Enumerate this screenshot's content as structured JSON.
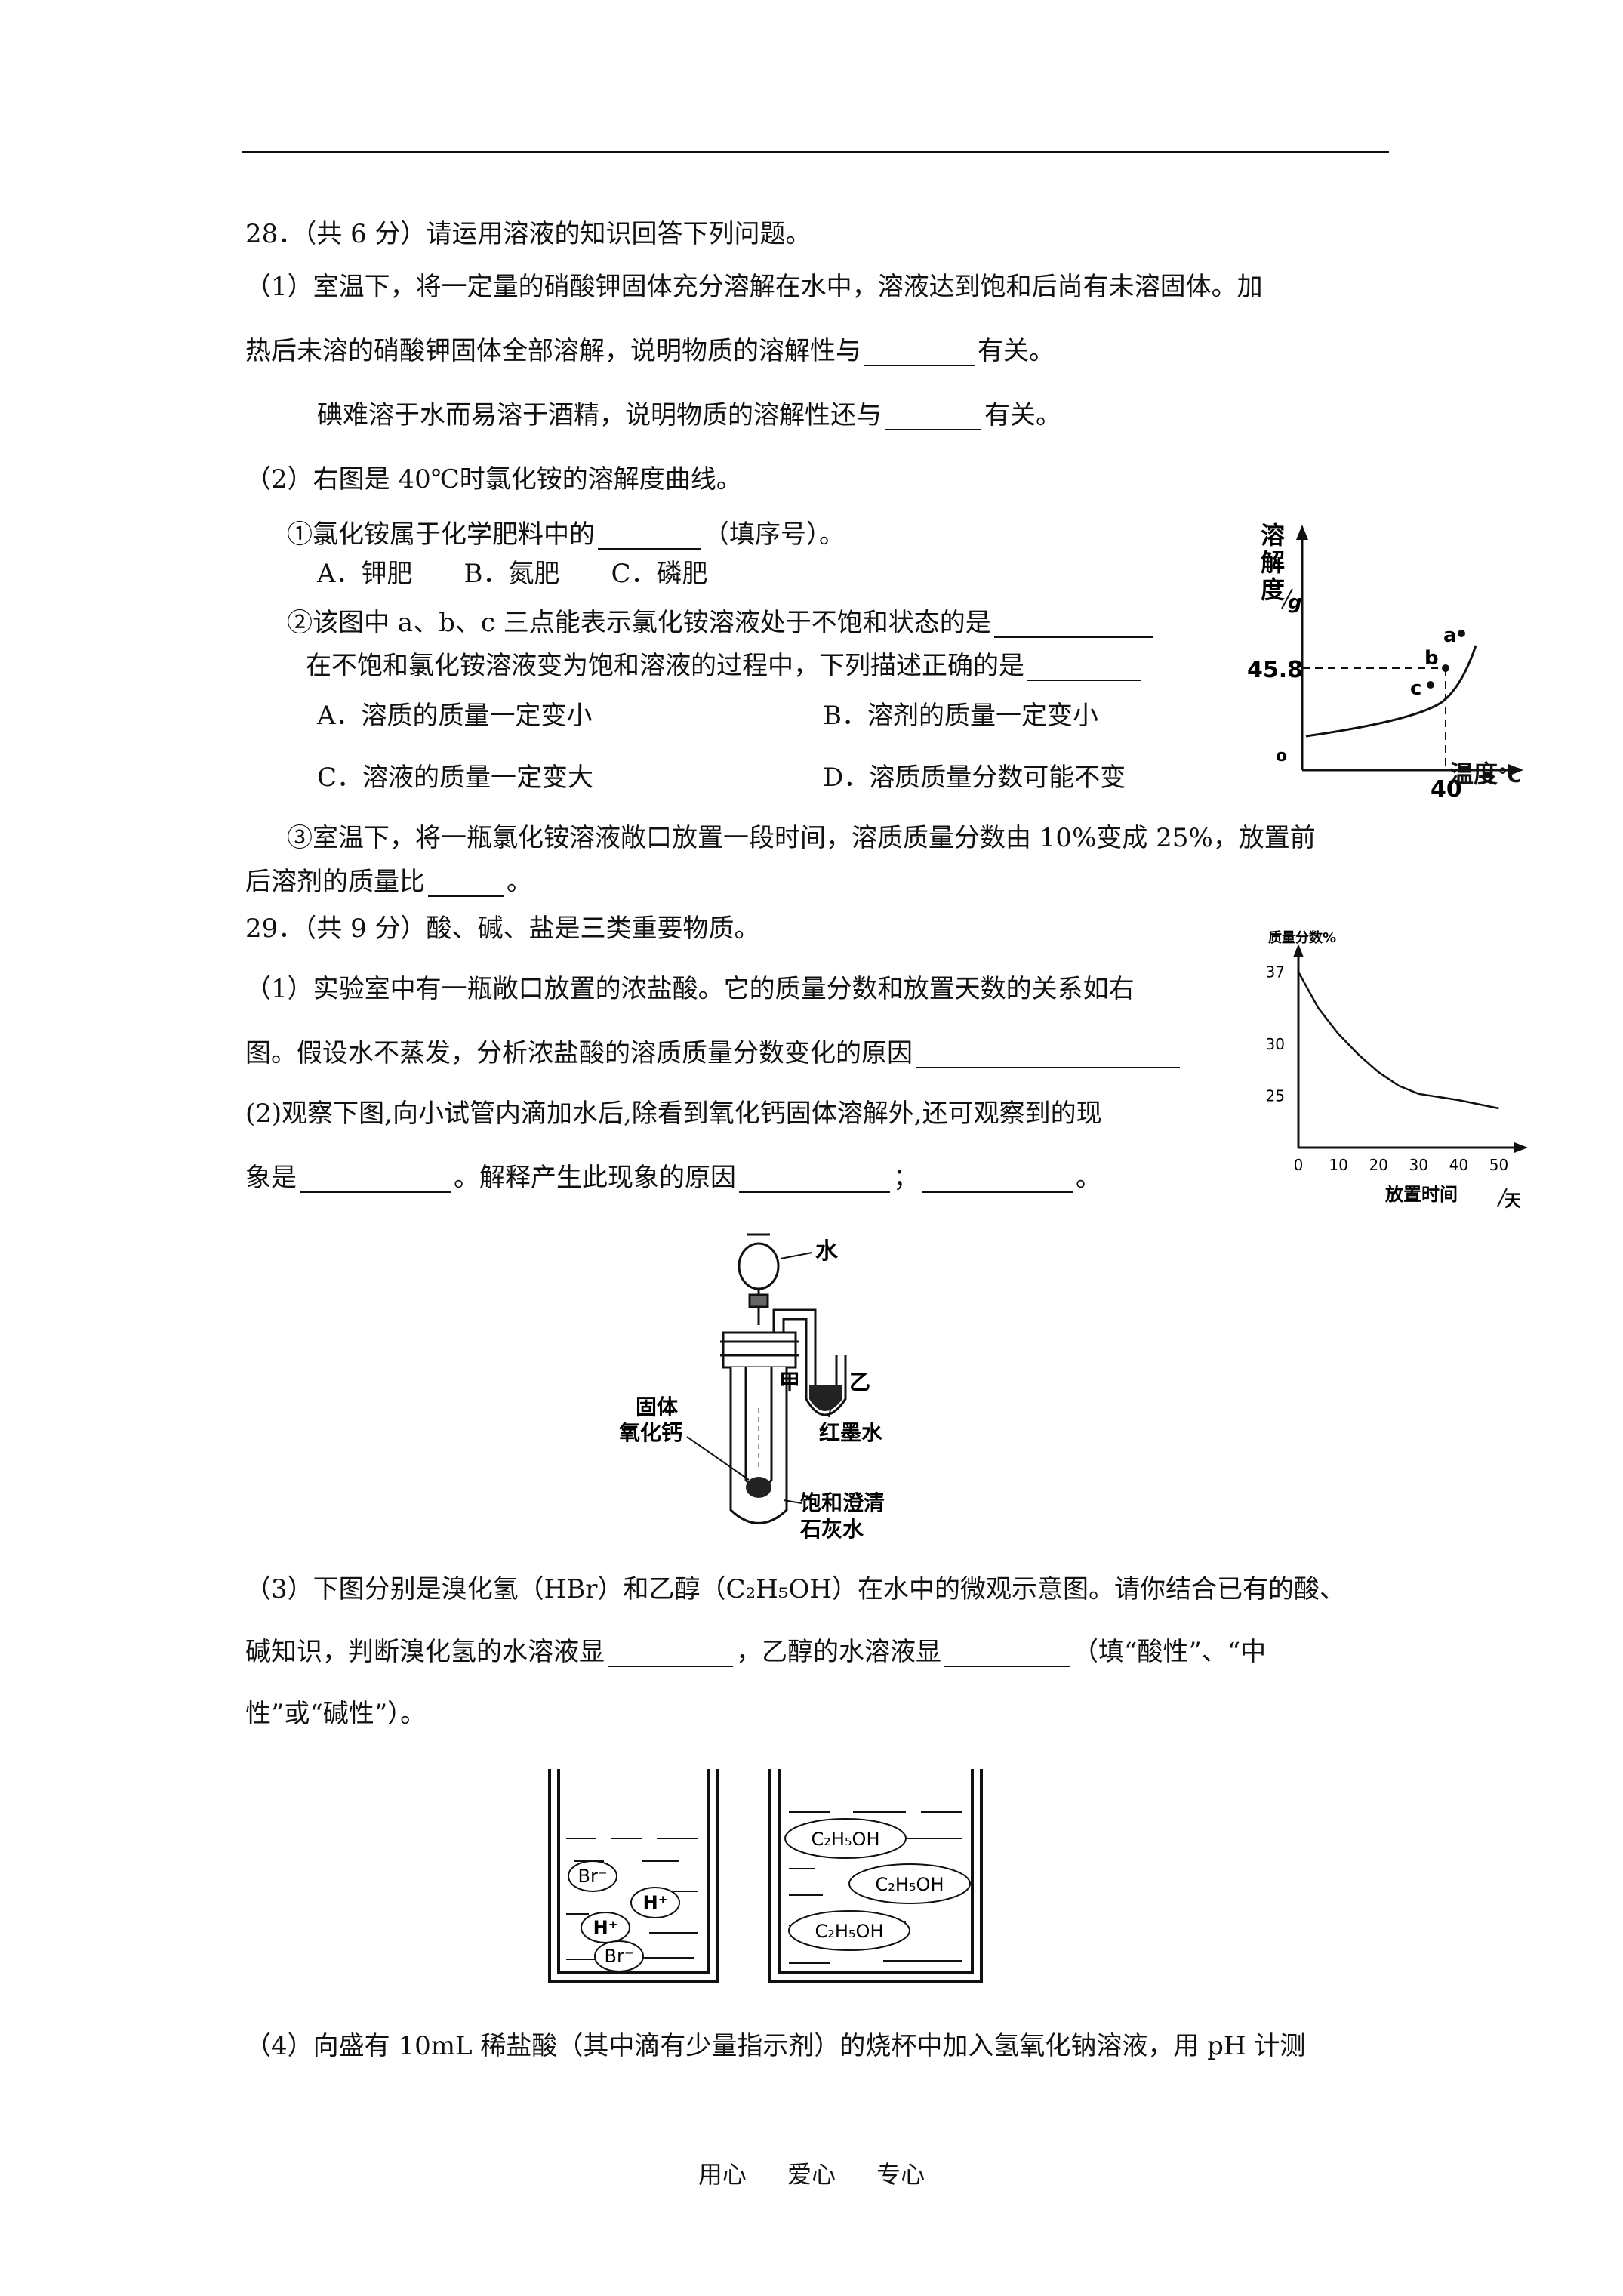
{
  "q28": {
    "title": "28．（共 6 分）请运用溶液的知识回答下列问题。",
    "p1_line1": "（1）室温下，将一定量的硝酸钾固体充分溶解在水中，溶液达到饱和后尚有未溶固体。加",
    "p1_line2a": "热后未溶的硝酸钾固体全部溶解，说明物质的溶解性与",
    "p1_line2b": "有关。",
    "p1_line3a": "碘难溶于水而易溶于酒精，说明物质的溶解性还与",
    "p1_line3b": "有关。",
    "p2_title": "（2）右图是 40℃时氯化铵的溶解度曲线。",
    "p2_q1a": "①氯化铵属于化学肥料中的",
    "p2_q1b": "（填序号）。",
    "p2_q1_options": "A．钾肥　　B．氮肥　　C．磷肥",
    "p2_q2a": "②该图中 a、b、c 三点能表示氯化铵溶液处于不饱和状态的是",
    "p2_q2b": "在不饱和氯化铵溶液变为饱和溶液的过程中，下列描述正确的是",
    "opt_a": "A．溶质的质量一定变小",
    "opt_b": "B．溶剂的质量一定变小",
    "opt_c": "C．溶液的质量一定变大",
    "opt_d": "D．溶质质量分数可能不变",
    "p2_q3_line1": "③室温下，将一瓶氯化铵溶液敞口放置一段时间，溶质质量分数由 10%变成 25%，放置前",
    "p2_q3_line2a": "后溶剂的质量比",
    "p2_q3_line2b": "。"
  },
  "q29": {
    "title": "29．（共 9 分）酸、碱、盐是三类重要物质。",
    "p1_line1": "（1）实验室中有一瓶敞口放置的浓盐酸。它的质量分数和放置天数的关系如右",
    "p1_line2": "图。假设水不蒸发，分析浓盐酸的溶质质量分数变化的原因",
    "p2_line1": "(2)观察下图,向小试管内滴加水后,除看到氧化钙固体溶解外,还可观察到的现",
    "p2_line2a": "象是",
    "p2_line2b": "。解释产生此现象的原因",
    "p2_line2c": "；",
    "p2_line2d": "。",
    "p3_line1": "（3）下图分别是溴化氢（HBr）和乙醇（C₂H₅OH）在水中的微观示意图。请你结合已有的酸、",
    "p3_line2a": "碱知识，判断溴化氢的水溶液显",
    "p3_line2b": "，乙醇的水溶液显",
    "p3_line2c": "（填“酸性”、“中",
    "p3_line3": "性”或“碱性”）。",
    "p4_line1": "（4）向盛有 10mL 稀盐酸（其中滴有少量指示剂）的烧杯中加入氢氧化钠溶液，用 pH 计测"
  },
  "graph1": {
    "ylabel_1": "溶",
    "ylabel_2": "解",
    "ylabel_3": "度",
    "ylabel_unit": "g",
    "y_value": "45.8",
    "x_value": "40",
    "xlabel": "温度",
    "xlabel_unit": "℃",
    "origin": "o",
    "point_a": "a",
    "point_b": "b",
    "point_c": "c"
  },
  "chart_data": {
    "type": "line",
    "title": "",
    "ylabel": "质量分数%",
    "xlabel": "放置时间",
    "xunit": "天",
    "x_ticks": [
      "0",
      "10",
      "20",
      "30",
      "40",
      "50"
    ],
    "y_ticks": [
      "25",
      "30",
      "37"
    ],
    "series": [
      {
        "x": [
          0,
          5,
          10,
          15,
          20,
          25,
          30,
          40,
          50
        ],
        "y": [
          37,
          33.5,
          31,
          29,
          27.3,
          26,
          25.2,
          24.6,
          23.8
        ]
      }
    ],
    "xlim": [
      0,
      55
    ],
    "ylim": [
      20,
      39
    ]
  },
  "apparatus": {
    "water": "水",
    "jia": "甲",
    "yi": "乙",
    "solid_1": "固体",
    "solid_2": "氧化钙",
    "ink": "红墨水",
    "limewater_1": "饱和澄清",
    "limewater_2": "石灰水"
  },
  "beakers": {
    "left": {
      "ions": [
        "Br⁻",
        "H⁺",
        "H⁺",
        "Br⁻"
      ]
    },
    "right": {
      "molecules": [
        "C₂H₅OH",
        "C₂H₅OH",
        "C₂H₅OH"
      ]
    }
  },
  "footer": {
    "a": "用心",
    "b": "爱心",
    "c": "专心"
  }
}
